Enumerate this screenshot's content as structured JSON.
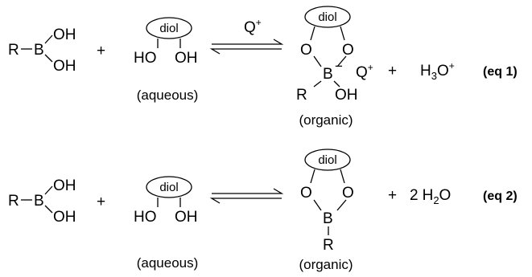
{
  "equations": [
    {
      "reactant": {
        "r": "R",
        "b": "B",
        "oh1": "OH",
        "oh2": "OH"
      },
      "plus1": "+",
      "diol": {
        "label": "diol",
        "ho": "HO",
        "oh": "OH"
      },
      "phase_left": "(aqueous)",
      "catalyst": "Q",
      "catalyst_charge": "+",
      "product": {
        "diol": "diol",
        "o1": "O",
        "o2": "O",
        "b": "B",
        "b_charge": "−",
        "r": "R",
        "oh": "OH",
        "counterion": "Q",
        "counterion_charge": "+"
      },
      "phase_right": "(organic)",
      "plus2": "+",
      "byproduct": {
        "main": "H",
        "sub": "3",
        "tail": "O",
        "charge": "+"
      },
      "label": "(eq 1)"
    },
    {
      "reactant": {
        "r": "R",
        "b": "B",
        "oh1": "OH",
        "oh2": "OH"
      },
      "plus1": "+",
      "diol": {
        "label": "diol",
        "ho": "HO",
        "oh": "OH"
      },
      "phase_left": "(aqueous)",
      "product": {
        "diol": "diol",
        "o1": "O",
        "o2": "O",
        "b": "B",
        "r": "R"
      },
      "phase_right": "(organic)",
      "plus2": "+",
      "byproduct": {
        "coef": "2",
        "main": "H",
        "sub": "2",
        "tail": "O"
      },
      "label": "(eq 2)"
    }
  ]
}
